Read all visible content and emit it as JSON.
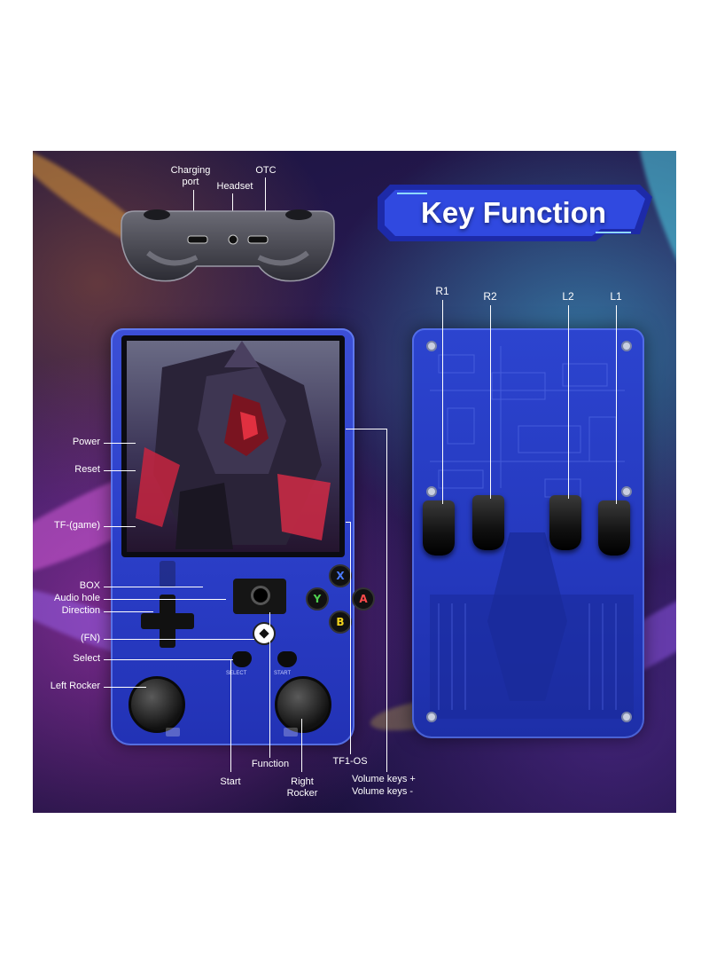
{
  "title": "Key Function",
  "top_labels": {
    "charging_port": "Charging\nport",
    "headset": "Headset",
    "otc": "OTC"
  },
  "left_labels": {
    "power": "Power",
    "reset": "Reset",
    "tf_game": "TF-(game)",
    "box": "BOX",
    "audio_hole": "Audio hole",
    "direction": "Direction",
    "fn": "(FN)",
    "select": "Select",
    "left_rocker": "Left Rocker"
  },
  "bottom_labels": {
    "start": "Start",
    "function": "Function",
    "right_rocker": "Right\nRocker",
    "tf1_os": "TF1-OS",
    "volume_up": "Volume keys +",
    "volume_down": "Volume keys -"
  },
  "shoulder_labels": {
    "r1": "R1",
    "r2": "R2",
    "l2": "L2",
    "l1": "L1"
  },
  "face_buttons": {
    "x": "X",
    "y": "Y",
    "a": "A",
    "b": "B"
  },
  "small_labels": {
    "select": "SELECT",
    "start": "START"
  },
  "colors": {
    "device_blue": "#2b3fc9",
    "banner_blue": "#3049e0",
    "x_button": "#4a7bff",
    "y_button": "#4fd14f",
    "a_button": "#ff4b4b",
    "b_button": "#f2d21c"
  }
}
